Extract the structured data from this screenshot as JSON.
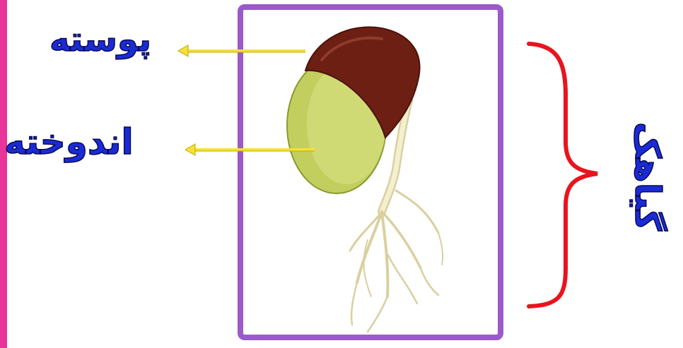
{
  "labels": {
    "shell": "پوسته",
    "reserve": "اندوخته",
    "seed": "گیاهک"
  },
  "colors": {
    "frame": "#9b59c9",
    "left_bar": "#e8339a",
    "label_text": "#1a2bd6",
    "arrow": "#f5e13a",
    "brace": "#e8141e",
    "seed_coat": "#6e1f14",
    "cotyledon": "#c9d46a",
    "root": "#eee6b8"
  }
}
